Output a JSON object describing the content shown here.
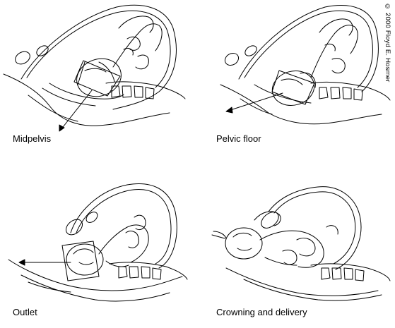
{
  "copyright": "© 2000 Floyd E. Hosmer",
  "panels": [
    {
      "caption": "Midpelvis",
      "stage_icon": "fetus-midpelvis-illustration"
    },
    {
      "caption": "Pelvic floor",
      "stage_icon": "fetus-pelvic-floor-illustration"
    },
    {
      "caption": "Outlet",
      "stage_icon": "fetus-outlet-illustration"
    },
    {
      "caption": "Crowning and delivery",
      "stage_icon": "fetus-crowning-illustration"
    }
  ],
  "colors": {
    "line": "#000000",
    "background": "#ffffff",
    "shade": "#d8d8d8"
  }
}
